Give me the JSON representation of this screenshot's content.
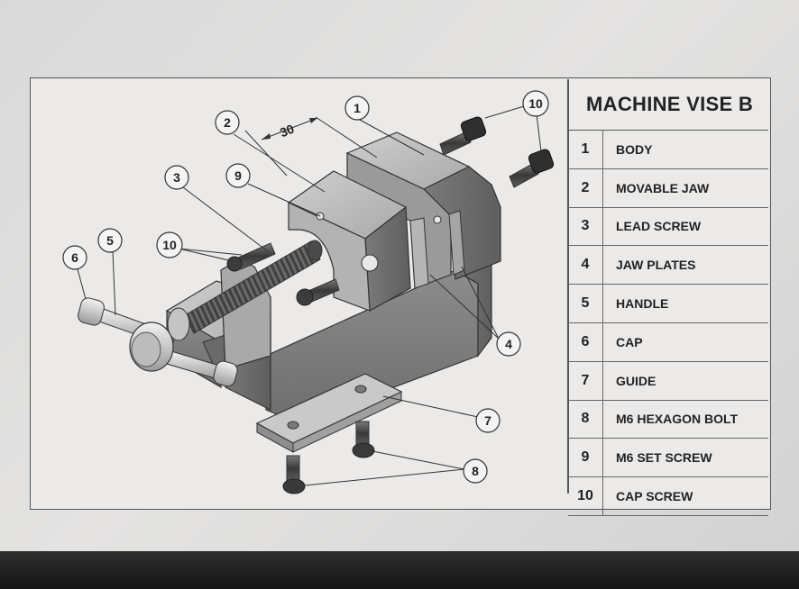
{
  "title": "MACHINE VISE B",
  "dimension": "30",
  "parts": [
    {
      "num": "1",
      "name": "BODY"
    },
    {
      "num": "2",
      "name": "MOVABLE JAW"
    },
    {
      "num": "3",
      "name": "LEAD SCREW"
    },
    {
      "num": "4",
      "name": "JAW PLATES"
    },
    {
      "num": "5",
      "name": "HANDLE"
    },
    {
      "num": "6",
      "name": "CAP"
    },
    {
      "num": "7",
      "name": "GUIDE"
    },
    {
      "num": "8",
      "name": "M6 HEXAGON BOLT"
    },
    {
      "num": "9",
      "name": "M6 SET SCREW"
    },
    {
      "num": "10",
      "name": "CAP SCREW"
    }
  ],
  "balloons": {
    "b1": "1",
    "b2": "2",
    "b3": "3",
    "b4": "4",
    "b5": "5",
    "b6": "6",
    "b7": "7",
    "b8": "8",
    "b9": "9",
    "b10a": "10",
    "b10b": "10"
  }
}
